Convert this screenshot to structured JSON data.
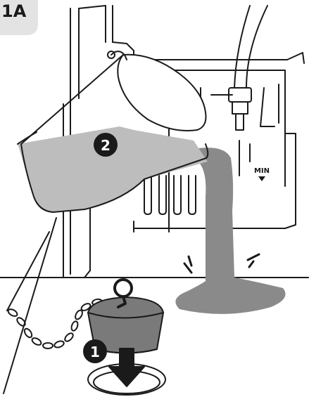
{
  "step_label": "1A",
  "markers": {
    "first": "1",
    "second": "2"
  },
  "min_label": "MIN",
  "colors": {
    "liquid": "#8a8a8a",
    "liquid_light": "#bdbdbd",
    "plug": "#7a7a7a",
    "line": "#1a1a1a",
    "badge": "#e3e3e3"
  },
  "icons": [
    "jug-icon",
    "plug-icon",
    "chain-icon",
    "drain-hole-icon",
    "down-arrow-icon",
    "tank-icon",
    "hose-icon"
  ]
}
